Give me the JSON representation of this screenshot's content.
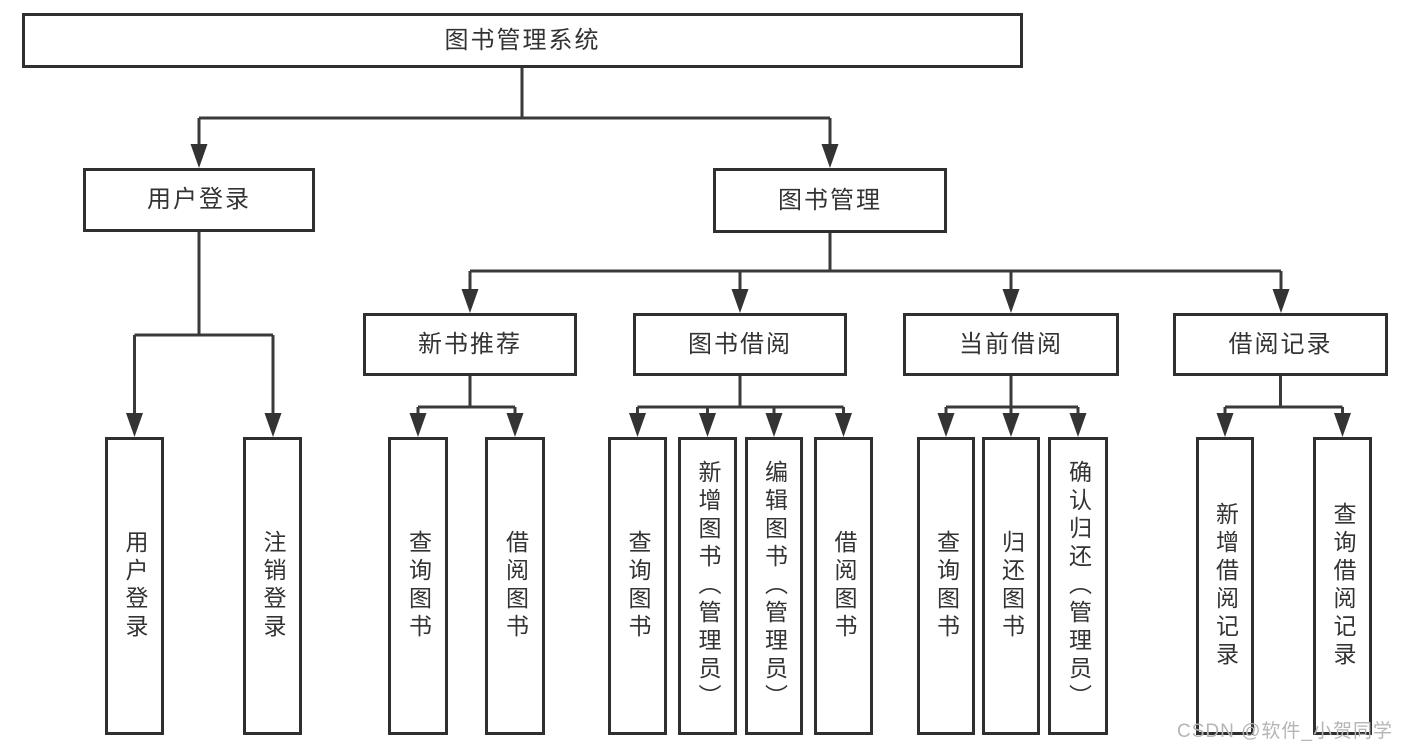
{
  "diagram_title": "图书管理系统",
  "tree": {
    "root": {
      "label": "图书管理系统"
    },
    "branches": [
      {
        "label": "用户登录",
        "children": [
          {
            "label": "用户登录"
          },
          {
            "label": "注销登录"
          }
        ]
      },
      {
        "label": "图书管理",
        "children": [
          {
            "label": "新书推荐",
            "children": [
              {
                "label": "查询图书"
              },
              {
                "label": "借阅图书"
              }
            ]
          },
          {
            "label": "图书借阅",
            "children": [
              {
                "label": "查询图书"
              },
              {
                "label": "新增图书（管理员）"
              },
              {
                "label": "编辑图书（管理员）"
              },
              {
                "label": "借阅图书"
              }
            ]
          },
          {
            "label": "当前借阅",
            "children": [
              {
                "label": "查询图书"
              },
              {
                "label": "归还图书"
              },
              {
                "label": "确认归还（管理员）"
              }
            ]
          },
          {
            "label": "借阅记录",
            "children": [
              {
                "label": "新增借阅记录"
              },
              {
                "label": "查询借阅记录"
              }
            ]
          }
        ]
      }
    ]
  },
  "watermark": {
    "text": "CSDN @软件_小贺同学"
  },
  "colors": {
    "line": "#3a3a3a",
    "box_border": "#2f2f2f",
    "text": "#333333",
    "watermark": "#b5b5b5",
    "background": "#ffffff"
  }
}
